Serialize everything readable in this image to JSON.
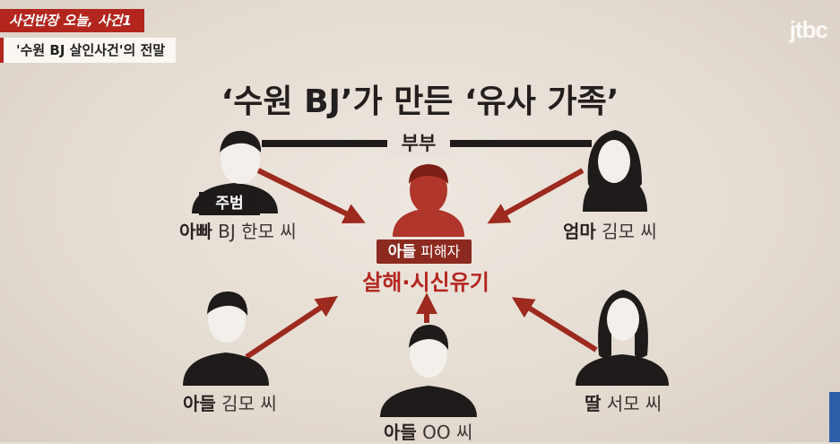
{
  "broadcast": {
    "top_badge": "사건반장 오늘, 사건1",
    "sub_badge": "'수원 BJ 살인사건'의 전말",
    "logo": "jtbc"
  },
  "diagram": {
    "title": "‘수원 BJ’가 만든 ‘유사 가족’",
    "couple_label": "부부",
    "perpetrator_tag": "주범",
    "father": {
      "role": "아빠",
      "name": "BJ 한모 씨"
    },
    "mother": {
      "role": "엄마",
      "name": "김모 씨"
    },
    "victim": {
      "role": "아들",
      "tag": "피해자",
      "crime": "살해·시신유기"
    },
    "son_left": {
      "role": "아들",
      "name": "김모 씨"
    },
    "son_bottom": {
      "role": "아들",
      "name": "OO 씨"
    },
    "daughter": {
      "role": "딸",
      "name": "서모 씨"
    }
  },
  "colors": {
    "accent_red": "#b3261e",
    "arrow": "#9d2a1e",
    "person_dark": "#1e1b1a",
    "victim_red": "#b0352a"
  }
}
